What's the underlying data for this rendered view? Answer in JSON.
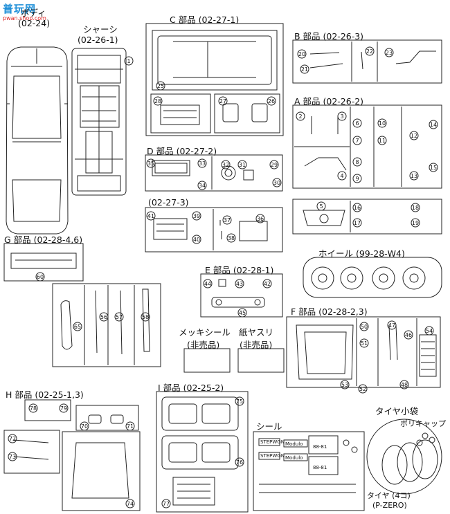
{
  "watermark": {
    "text": "普玩网",
    "url": "pwan.shop.com"
  },
  "labels": {
    "body_name": "ボディ",
    "body_code": "(02-24)",
    "chassis_name": "シャーシ",
    "chassis_code": "(02-26-1)",
    "c_parts": "C 部品 (02-27-1)",
    "b_parts": "B 部品 (02-26-3)",
    "a_parts": "A 部品 (02-26-2)",
    "d_parts": "D 部品 (02-27-2)",
    "d2_code": "(02-27-3)",
    "g_parts": "G 部品 (02-28-4,6)",
    "wheel": "ホイール (99-28-W4)",
    "e_parts": "E 部品 (02-28-1)",
    "f_parts": "F 部品 (02-28-2,3)",
    "plating_seal": "メッキシール",
    "not_for_sale_1": "(非売品)",
    "sandpaper": "紙ヤスリ",
    "not_for_sale_2": "(非売品)",
    "h_parts": "H 部品 (02-25-1,3)",
    "i_parts": "I 部品 (02-25-2)",
    "seal": "シール",
    "tire_bag": "タイヤ小袋",
    "polycap": "ポリキャップ",
    "tire_count": "タイヤ (4コ)",
    "tire_brand": "(P-ZERO)"
  },
  "decal": {
    "brand1": "STEPWGN",
    "brand2": "STEPWGN",
    "plate1": "88-81",
    "plate2": "88-81",
    "badge1": "Modulo",
    "badge2": "Modulo"
  },
  "part_numbers": {
    "n1": "1",
    "n2": "2",
    "n3": "3",
    "n4": "4",
    "n5": "5",
    "n6": "6",
    "n7": "7",
    "n8": "8",
    "n9": "9",
    "n10": "10",
    "n11": "11",
    "n12": "12",
    "n13": "13",
    "n14": "14",
    "n15": "15",
    "n16": "16",
    "n17": "17",
    "n18": "18",
    "n19": "19",
    "n20": "20",
    "n21": "21",
    "n22": "22",
    "n23": "23",
    "n25": "25",
    "n26": "26",
    "n27": "27",
    "n28": "28",
    "n29": "29",
    "n30": "30",
    "n31": "31",
    "n32": "32",
    "n33": "33",
    "n34": "34",
    "n35": "35",
    "n36": "36",
    "n37": "37",
    "n38": "38",
    "n39": "39",
    "n40": "40",
    "n41": "41",
    "n42": "42",
    "n43": "43",
    "n44": "44",
    "n45": "45",
    "n46": "46",
    "n47": "47",
    "n48": "48",
    "n50": "50",
    "n51": "51",
    "n52": "52",
    "n53": "53",
    "n54": "54",
    "n56": "56",
    "n57": "57",
    "n58": "58",
    "n60": "60",
    "n65": "65",
    "n70": "70",
    "n71": "71",
    "n72": "72",
    "n73": "73",
    "n74": "74",
    "n75": "75",
    "n76": "76",
    "n77": "77",
    "n78": "78",
    "n79": "79"
  }
}
